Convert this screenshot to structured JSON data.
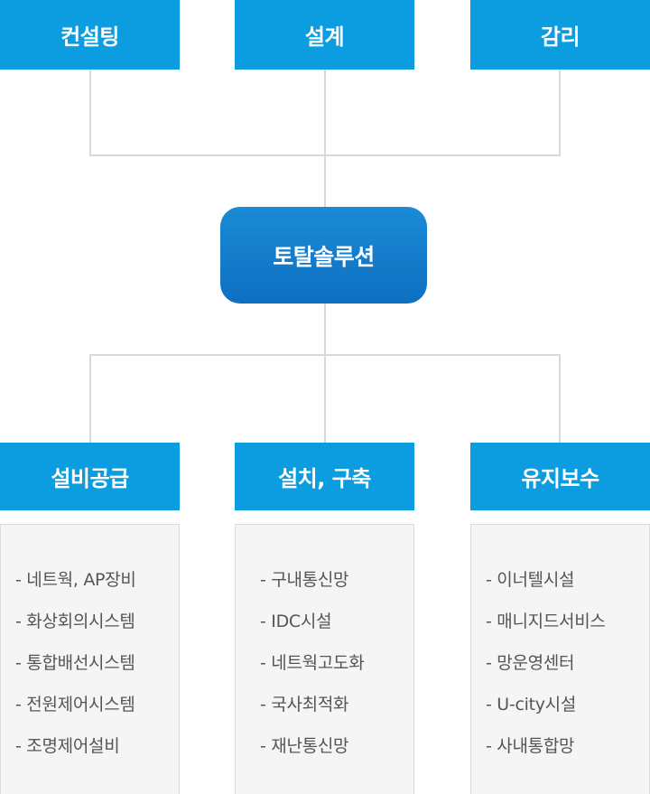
{
  "top_boxes": [
    "컨설팅",
    "설계",
    "감리"
  ],
  "center": "토탈솔루션",
  "bottom_boxes": [
    "설비공급",
    "설치, 구축",
    "유지보수"
  ],
  "lists": [
    [
      "- 네트웍, AP장비",
      "- 화상회의시스템",
      "- 통합배선시스템",
      "- 전원제어시스템",
      "- 조명제어설비"
    ],
    [
      "- 구내통신망",
      "- IDC시설",
      "- 네트웍고도화",
      "- 국사최적화",
      "- 재난통신망"
    ],
    [
      "- 이너텔시설",
      "- 매니지드서비스",
      "- 망운영센터",
      "- U-city시설",
      "- 사내통합망"
    ]
  ],
  "colors": {
    "box_blue": "#0b9ddf",
    "center_blue": "#0e6fc0",
    "connector": "#d8d8d8",
    "panel_bg": "#f5f5f5",
    "list_text": "#555555"
  }
}
